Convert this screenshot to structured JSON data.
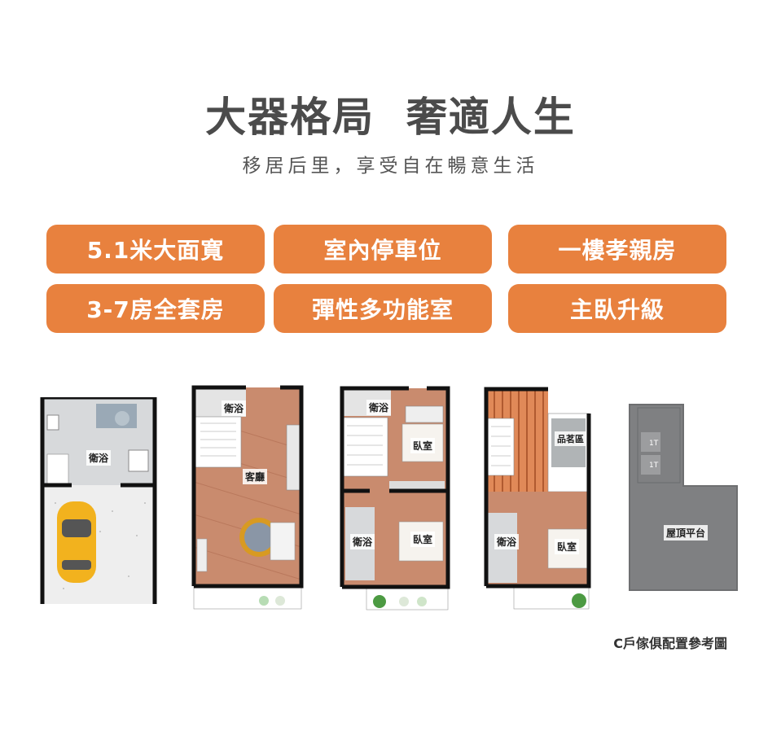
{
  "header": {
    "title": "大器格局  奢適人生",
    "subtitle": "移居后里，享受自在暢意生活"
  },
  "features": [
    "5.1米大面寬",
    "室內停車位",
    "一樓孝親房",
    "3-7房全套房",
    "彈性多功能室",
    "主臥升級"
  ],
  "plans": {
    "floor1": {
      "bath": "衛浴"
    },
    "floor2": {
      "bath": "衛浴",
      "living": "客廳"
    },
    "floor3": {
      "bath_top": "衛浴",
      "bedroom_top": "臥室",
      "bath_low": "衛浴",
      "bedroom_low": "臥室"
    },
    "floor4": {
      "tea": "品茗區",
      "bath": "衛浴",
      "bedroom": "臥室"
    },
    "floor5": {
      "roof": "屋頂平台",
      "mark_a": "1T",
      "mark_b": "1T"
    }
  },
  "caption": "C戶傢俱配置參考圖",
  "colors": {
    "accent": "#e8813e",
    "wood": "#c98b6e",
    "grey_floor": "#d8dadb",
    "roof": "#7f8082"
  }
}
